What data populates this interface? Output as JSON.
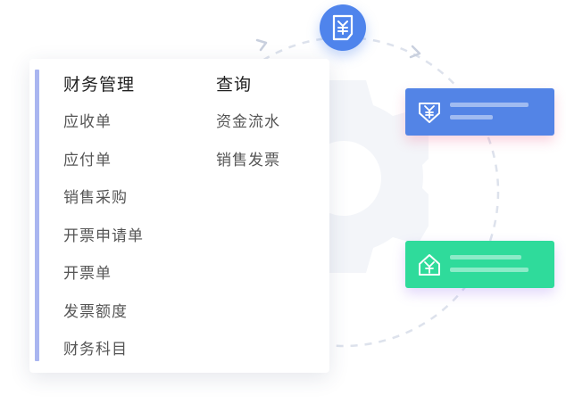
{
  "menu": {
    "left_column": {
      "header": "财务管理",
      "items": [
        "应收单",
        "应付单",
        "销售采购",
        "开票申请单",
        "开票单",
        "发票额度",
        "财务科目"
      ]
    },
    "right_column": {
      "header": "查询",
      "items": [
        "资金流水",
        "销售发票"
      ]
    }
  },
  "icons": {
    "top_circle": "invoice-yen-icon",
    "blue_card": "yen-download-icon",
    "green_card": "yen-home-icon"
  },
  "colors": {
    "primary_blue": "#4f84ec",
    "card_blue": "#5384e6",
    "card_green": "#2fdb9b",
    "accent_bar": "#a9b5f0"
  }
}
